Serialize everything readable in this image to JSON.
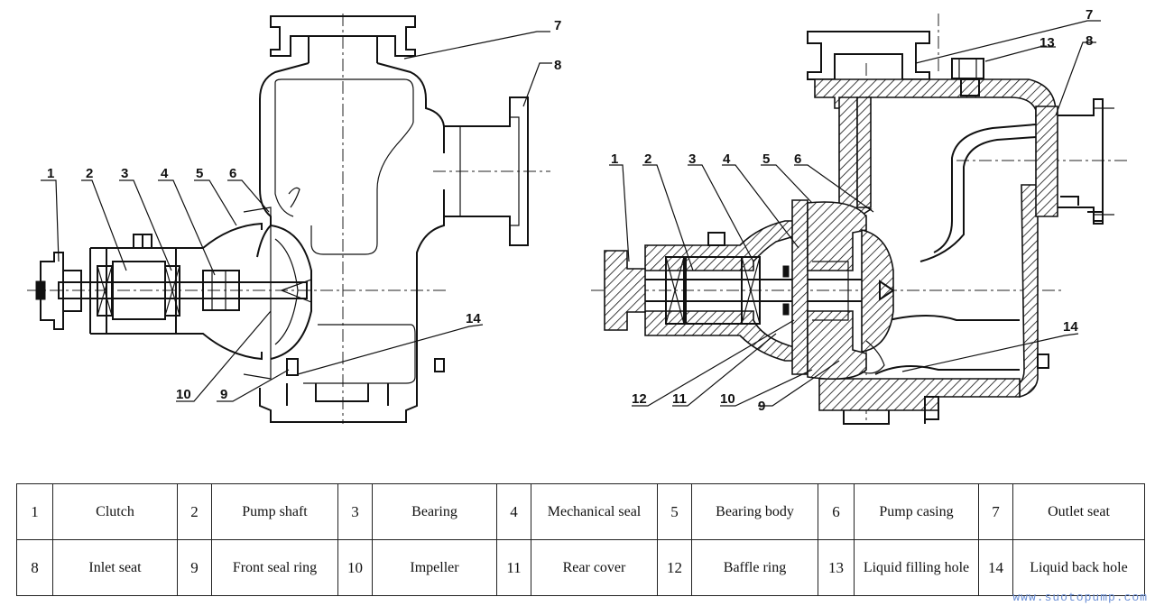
{
  "callouts_left": [
    "1",
    "2",
    "3",
    "4",
    "5",
    "6",
    "7",
    "8",
    "9",
    "10",
    "14"
  ],
  "callouts_right": [
    "1",
    "2",
    "3",
    "4",
    "5",
    "6",
    "7",
    "8",
    "9",
    "10",
    "11",
    "12",
    "13",
    "14"
  ],
  "parts": [
    {
      "no": "1",
      "name": "Clutch"
    },
    {
      "no": "2",
      "name": "Pump shaft"
    },
    {
      "no": "3",
      "name": "Bearing"
    },
    {
      "no": "4",
      "name": "Mechanical seal"
    },
    {
      "no": "5",
      "name": "Bearing body"
    },
    {
      "no": "6",
      "name": "Pump casing"
    },
    {
      "no": "7",
      "name": "Outlet seat"
    },
    {
      "no": "8",
      "name": "Inlet seat"
    },
    {
      "no": "9",
      "name": "Front seal ring"
    },
    {
      "no": "10",
      "name": "Impeller"
    },
    {
      "no": "11",
      "name": "Rear cover"
    },
    {
      "no": "12",
      "name": "Baffle ring"
    },
    {
      "no": "13",
      "name": "Liquid filling hole"
    },
    {
      "no": "14",
      "name": "Liquid back hole"
    }
  ],
  "watermark": "www.suotopump.com"
}
